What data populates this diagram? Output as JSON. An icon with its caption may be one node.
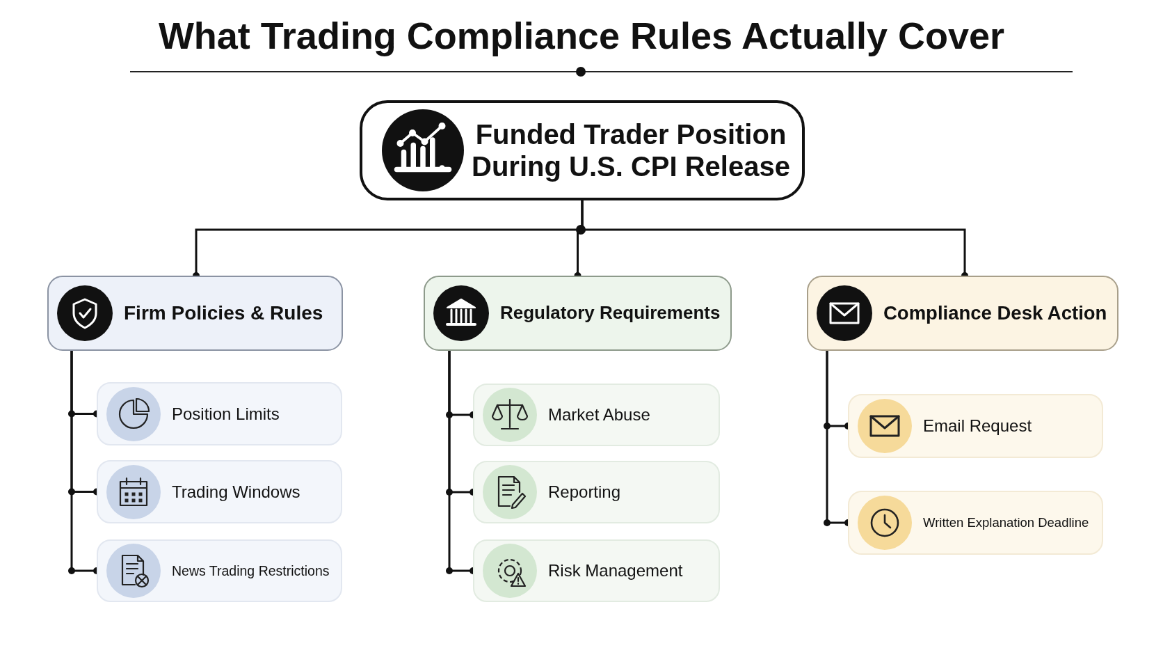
{
  "diagram": {
    "title": "What Trading Compliance Rules Actually Cover",
    "nodes": [
      {
        "text": [
          "Funded Trader Position During U.S. CPI Release"
        ]
      },
      {
        "text": [
          "Firm Policies & Rules"
        ]
      },
      {
        "text": [
          "Regulatory Requirements"
        ]
      },
      {
        "text": [
          "Compliance Desk Action"
        ]
      },
      {
        "text": [
          "Position Limits"
        ]
      },
      {
        "text": [
          "Trading Windows"
        ]
      },
      {
        "text": [
          "News Trading Restrictions"
        ]
      },
      {
        "text": [
          "Market Abuse"
        ]
      },
      {
        "text": [
          "Reporting"
        ]
      },
      {
        "text": [
          "Risk Management"
        ]
      },
      {
        "text": [
          "Email Request"
        ]
      },
      {
        "text": [
          "Written Explanation Deadline"
        ]
      }
    ],
    "edges": [
      {
        "from": 0,
        "to": 1,
        "arrow": "other"
      },
      {
        "from": 0,
        "to": 2,
        "arrow": "other"
      },
      {
        "from": 0,
        "to": 3,
        "arrow": "other"
      },
      {
        "from": 1,
        "to": 4,
        "arrow": "other"
      },
      {
        "from": 1,
        "to": 5,
        "arrow": "other"
      },
      {
        "from": 1,
        "to": 6,
        "arrow": "other"
      },
      {
        "from": 2,
        "to": 7,
        "arrow": "other"
      },
      {
        "from": 2,
        "to": 8,
        "arrow": "other"
      },
      {
        "from": 2,
        "to": 9,
        "arrow": "other"
      },
      {
        "from": 3,
        "to": 10,
        "arrow": "other"
      },
      {
        "from": 3,
        "to": 11,
        "arrow": "other"
      }
    ]
  }
}
